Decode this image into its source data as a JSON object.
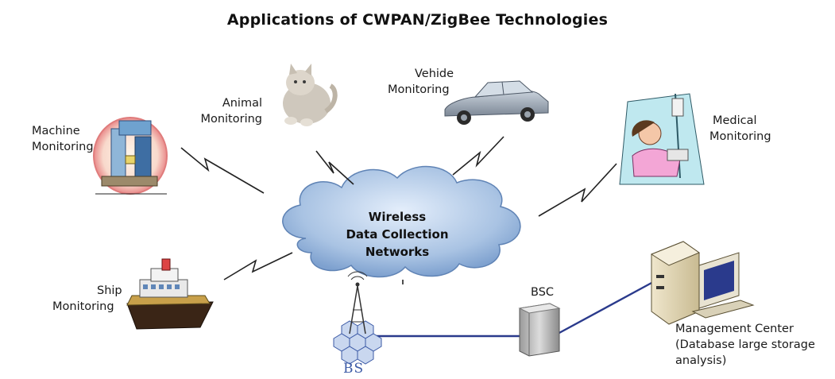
{
  "title": "Applications of CWPAN/ZigBee Technologies",
  "nodes": {
    "machine": {
      "line1": "Machine",
      "line2": "Monitoring"
    },
    "animal": {
      "line1": "Animal",
      "line2": "Monitoring"
    },
    "vehicle": {
      "line1": "Vehide",
      "line2": "Monitoring"
    },
    "medical": {
      "line1": "Medical",
      "line2": "Monitoring"
    },
    "ship": {
      "line1": "Ship",
      "line2": "Monitoring"
    },
    "cloud": {
      "line1": "Wireless",
      "line2": "Data Collection",
      "line3": "Networks"
    },
    "bs": {
      "label": "BS"
    },
    "bsc": {
      "label": "BSC"
    },
    "management": {
      "line1": "Management Center",
      "line2": "(Database large storage",
      "line3": "analysis)"
    }
  },
  "colors": {
    "cloud_fill": "#a9c3e3",
    "cloud_edge": "#5f83b5",
    "link_line": "#2a3a8c",
    "zigzag": "#222222"
  }
}
